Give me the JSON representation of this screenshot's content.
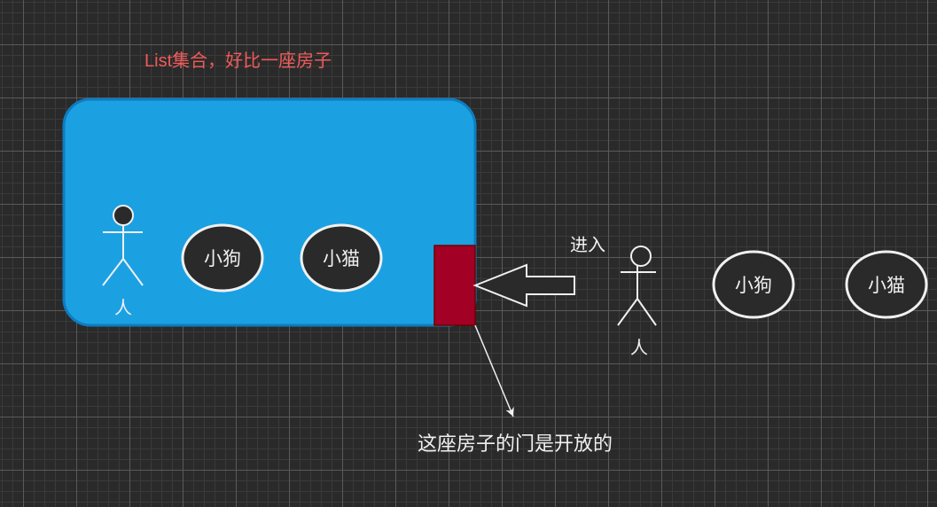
{
  "title": "List集合，好比一座房子",
  "house": {
    "person_label": "人",
    "dog_label": "小狗",
    "cat_label": "小猫"
  },
  "outside": {
    "enter_label": "进入",
    "person_label": "人",
    "dog_label": "小狗",
    "cat_label": "小猫"
  },
  "door_note": "这座房子的门是开放的",
  "colors": {
    "background": "#2a2a2a",
    "house_fill": "#1ba1e2",
    "door_fill": "#a20025",
    "title_color": "#f05a5a"
  }
}
